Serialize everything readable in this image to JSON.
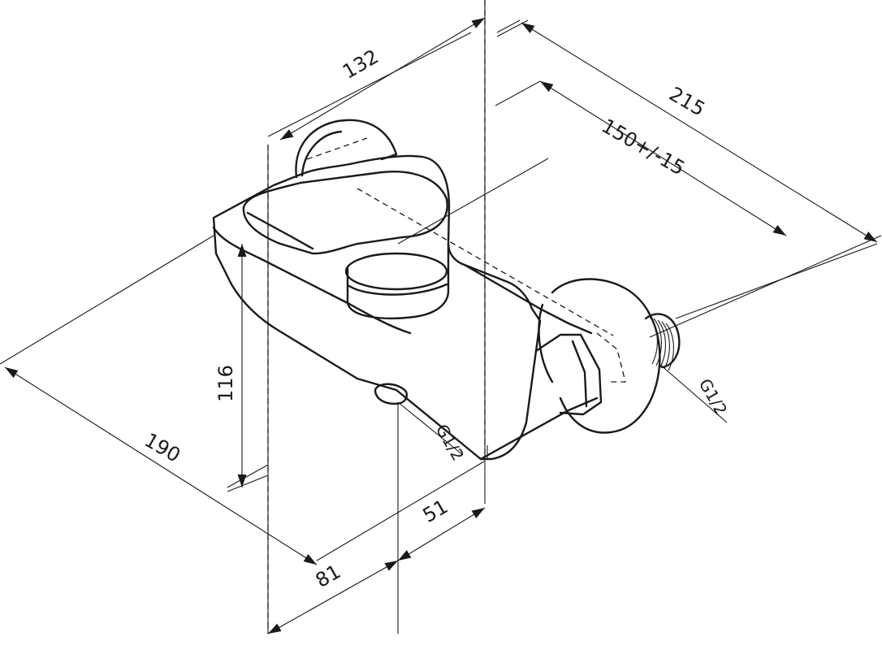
{
  "dimensions": {
    "d132": "132",
    "d215": "215",
    "d150": "150+/-15",
    "d116": "116",
    "d190": "190",
    "d81": "81",
    "d51": "51"
  },
  "threads": {
    "outlet_bottom": "G1/2",
    "inlet_right": "G1/2"
  }
}
